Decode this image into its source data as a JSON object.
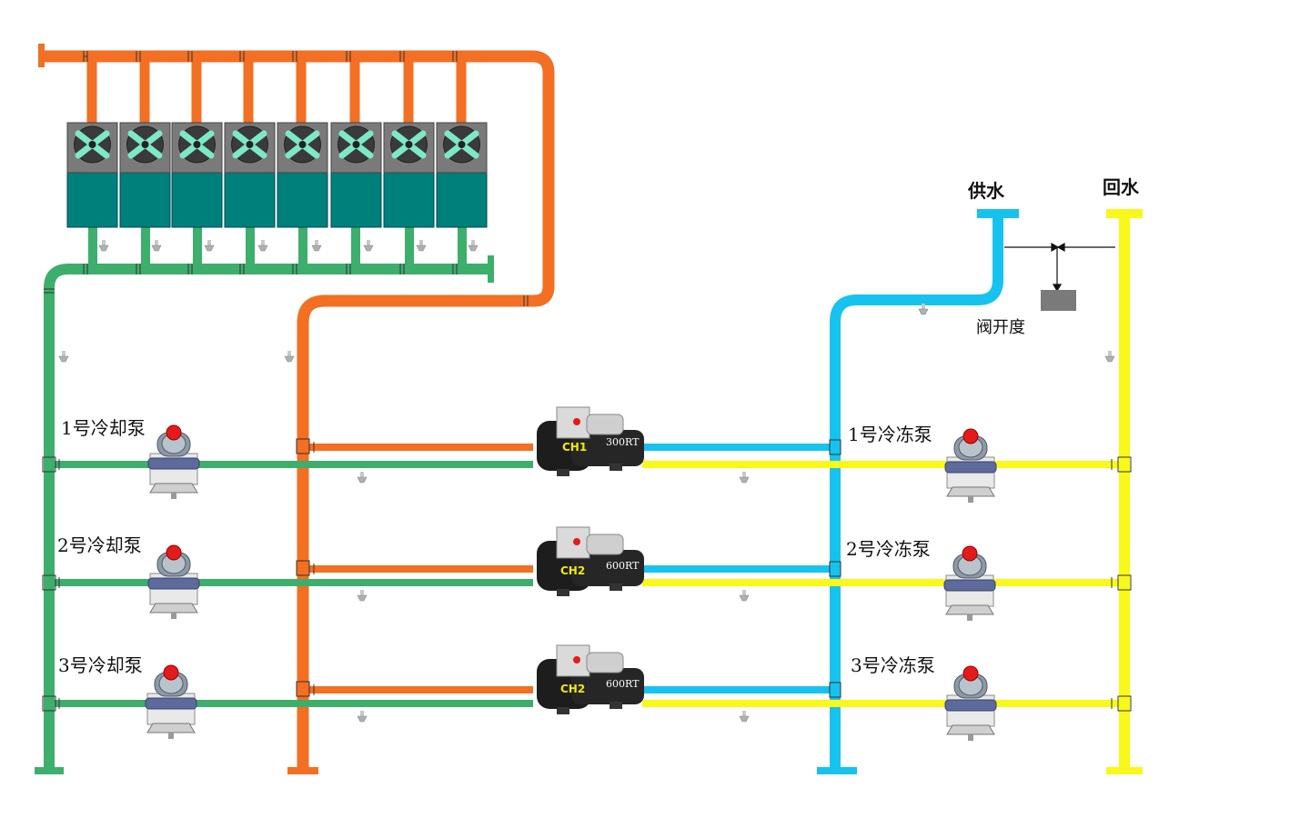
{
  "colors": {
    "cooling_supply": "#f26f23",
    "cooling_return": "#3dae6c",
    "chilled_supply": "#17c3ee",
    "chilled_return": "#f8f81a",
    "tower_body": "#00807a",
    "chiller_body": "#1d1d1d",
    "chiller_label": "#f3ea00",
    "status_lamp": "#e41b1b",
    "valve_box": "#7a7a7a"
  },
  "header_labels": {
    "supply_water": "供水",
    "return_water": "回水",
    "valve_opening": "阀开度"
  },
  "cooling_towers": [
    "tower-1",
    "tower-2",
    "tower-3",
    "tower-4",
    "tower-5",
    "tower-6",
    "tower-7",
    "tower-8"
  ],
  "cooling_pumps": [
    {
      "label": "1号冷却泵",
      "status": "stopped"
    },
    {
      "label": "2号冷却泵",
      "status": "stopped"
    },
    {
      "label": "3号冷却泵",
      "status": "stopped"
    }
  ],
  "chilled_pumps": [
    {
      "label": "1号冷冻泵",
      "status": "stopped"
    },
    {
      "label": "2号冷冻泵",
      "status": "stopped"
    },
    {
      "label": "3号冷冻泵",
      "status": "stopped"
    }
  ],
  "chillers": [
    {
      "tag": "CH1",
      "capacity": "300RT"
    },
    {
      "tag": "CH2",
      "capacity": "600RT"
    },
    {
      "tag": "CH2",
      "capacity": "600RT"
    }
  ]
}
